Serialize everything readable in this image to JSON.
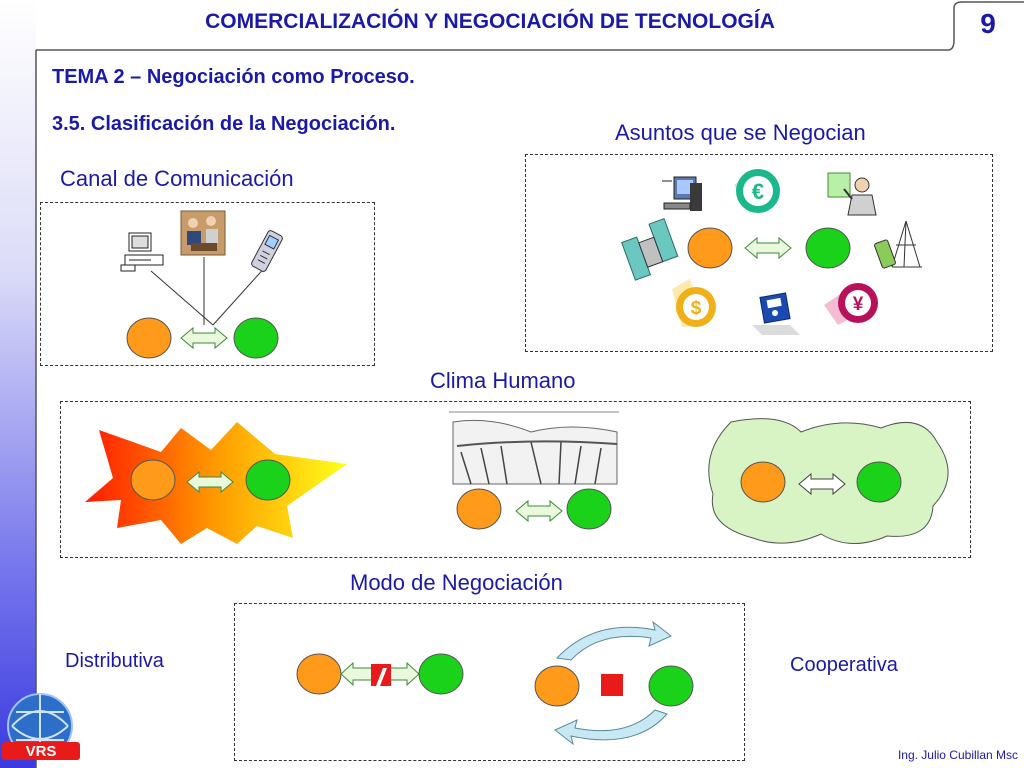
{
  "header": {
    "title": "COMERCIALIZACIÓN Y NEGOCIACIÓN DE TECNOLOGÍA",
    "page_number": "9"
  },
  "tema": "TEMA 2 – Negociación como Proceso.",
  "section": "3.5. Clasificación de la Negociación.",
  "panels": {
    "canal": {
      "label": "Canal de Comunicación"
    },
    "asuntos": {
      "label": "Asuntos que se Negocian"
    },
    "clima": {
      "label": "Clima Humano"
    },
    "modo": {
      "label": "Modo de Negociación",
      "left_label": "Distributiva",
      "right_label": "Cooperativa"
    }
  },
  "icons": {
    "currency_euro": "€",
    "currency_dollar": "$",
    "currency_yen": "¥"
  },
  "colors": {
    "title_blue": "#1a1aa6",
    "orange": "#ff9a1a",
    "green": "#1ad21a",
    "arrow_fill": "#eaf8dc",
    "arrow_stroke": "#3c8a3c",
    "red_square": "#e81a1a",
    "light_green_blob": "#d8f4c4"
  },
  "footer": "Ing. Julio Cubillan Msc"
}
